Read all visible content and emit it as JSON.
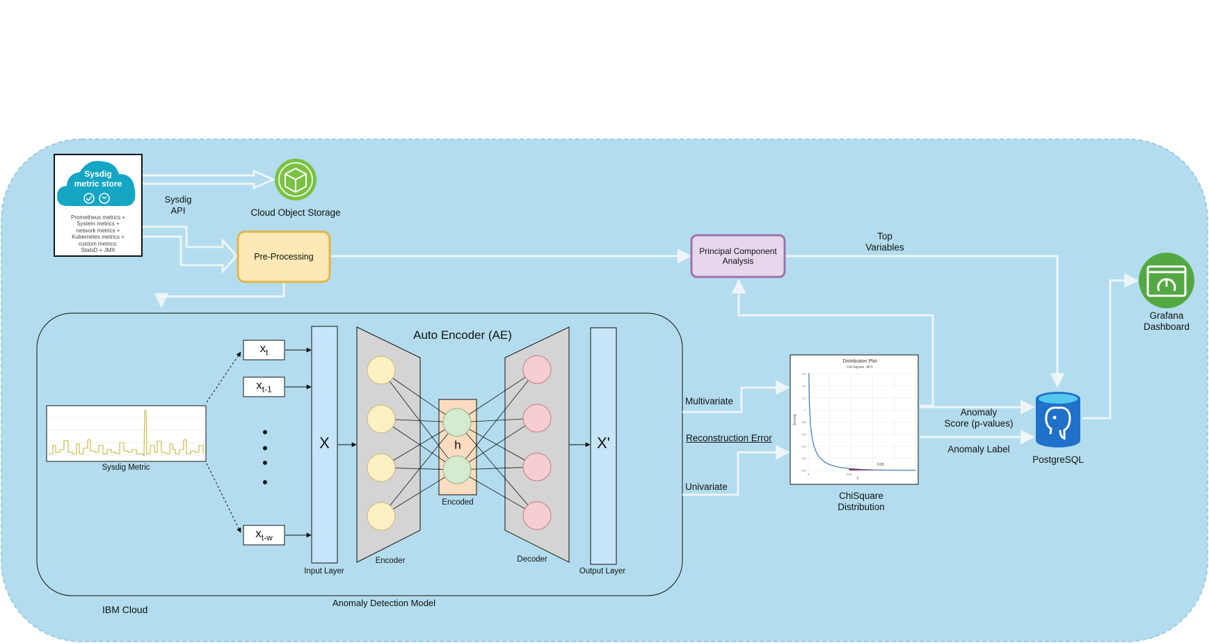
{
  "colors": {
    "cloud_fill": "#b3ddee",
    "cloud_border": "#8cc3dc",
    "arrow": "#eef4f7",
    "preprocess_fill": "#fde9b5",
    "preprocess_border": "#e2b44a",
    "pca_fill": "#e6d7ec",
    "pca_border": "#9b73ab",
    "layer_fill": "#c6e5f8",
    "trapezoid_fill": "#d4d4d4",
    "encoder_node": "#fdf0c4",
    "encoded_node": "#d4ebd0",
    "decoder_node": "#f6cdd0",
    "encoded_box": "#fbdcc0",
    "grafana_green": "#54a843",
    "cos_green": "#7ac143",
    "postgres_blue": "#1f71c9",
    "sysdig_teal": "#15a6c3",
    "chart_fill": "#a91820"
  },
  "icons": {
    "sysdig": "sysdig-cloud-icon",
    "cos": "cube-icon",
    "postgres": "postgresql-database-icon",
    "grafana": "gauge-icon"
  },
  "sysdig": {
    "title_line1": "Sysdig",
    "title_line2": "metric store",
    "desc": [
      "Prometheus metrics +",
      "System metrics +",
      "network metrics +",
      "Kubernetes metrics +",
      "custom metrics:",
      "StatsD + JMX"
    ]
  },
  "labels": {
    "sysdig_api": [
      "Sysdig",
      "API"
    ],
    "cos": "Cloud Object Storage",
    "preprocessing": "Pre-Processing",
    "pca": [
      "Principal Component",
      "Analysis"
    ],
    "top_variables": [
      "Top",
      "Variables"
    ],
    "grafana": [
      "Grafana",
      "Dashboard"
    ],
    "postgres": "PostgreSQL",
    "anomaly_score": [
      "Anomaly",
      "Score (p-values)"
    ],
    "anomaly_label": "Anomaly Label",
    "chisq": [
      "ChiSquare",
      "Distribution"
    ],
    "multivariate": "Multivariate",
    "recon_error": "Reconstruction Error",
    "univariate": "Univariate",
    "ibm_cloud": "IBM Cloud",
    "adm": "Anomaly Detection Model",
    "sysdig_metric": "Sysdig Metric",
    "ae_title": "Auto Encoder (AE)",
    "input_layer": "Input Layer",
    "output_layer": "Output Layer",
    "encoder": "Encoder",
    "decoder": "Decoder",
    "encoded": "Encoded",
    "h": "h",
    "X": "X",
    "Xp": "X'",
    "x": "x",
    "xt_sub": "t",
    "xt1_sub": "t-1",
    "xtw_sub": "t-w"
  },
  "chart_data": {
    "type": "area",
    "title": "Distribution Plot",
    "subtitle": "Chi-Square, df=1",
    "xlabel": "X",
    "ylabel": "Density",
    "y_ticks": [
      "1.6",
      "1.4",
      "1.2",
      "1",
      "0.8",
      "0.6",
      "0.4",
      "0.2",
      "0.0"
    ],
    "x_ticks": [
      "0",
      "3.81"
    ],
    "annotation": "0.05",
    "grid": true,
    "curve": {
      "x": [
        0.05,
        0.1,
        0.2,
        0.3,
        0.5,
        0.75,
        1,
        1.5,
        2,
        3,
        4,
        5,
        6,
        8,
        10
      ],
      "y": [
        1.7,
        1.2,
        0.81,
        0.63,
        0.44,
        0.32,
        0.24,
        0.15,
        0.1,
        0.05,
        0.03,
        0.017,
        0.01,
        0.004,
        0.0015
      ]
    },
    "shaded_from": 3.81
  }
}
